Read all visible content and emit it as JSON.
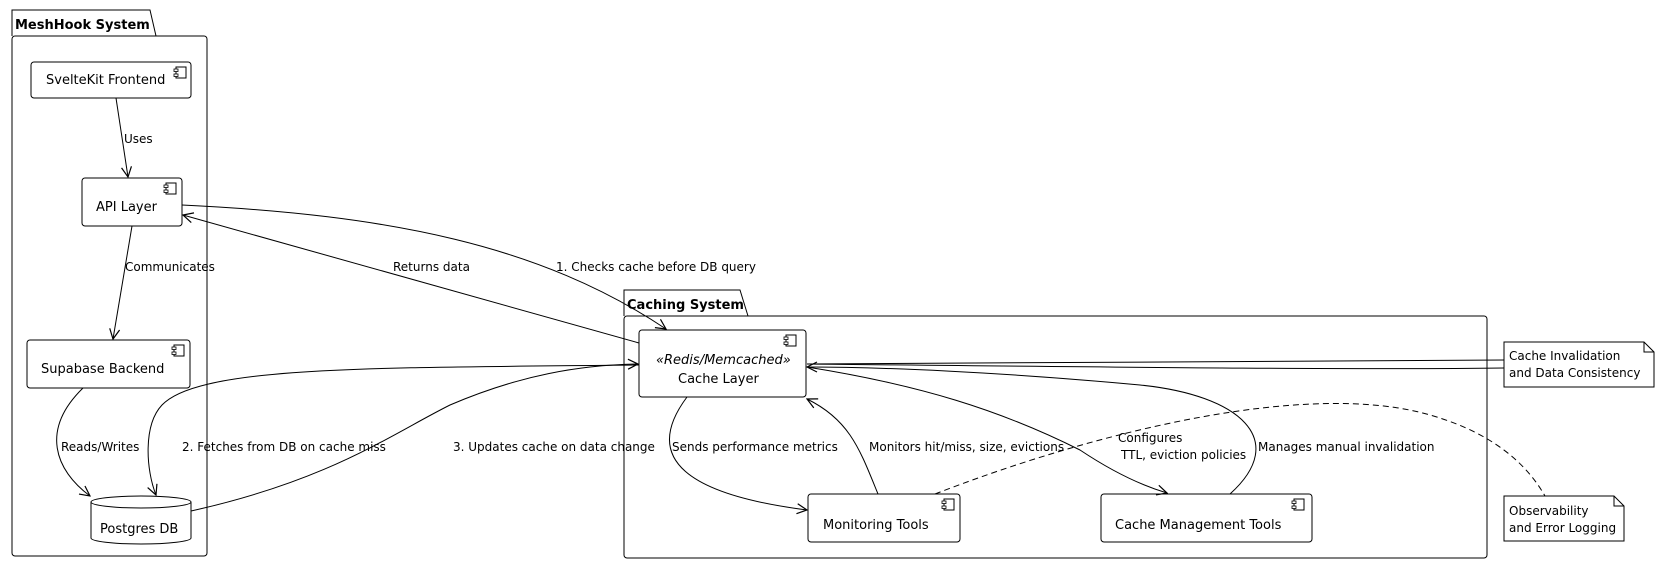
{
  "packages": {
    "meshhook": "MeshHook System",
    "caching": "Caching System"
  },
  "components": {
    "frontend": "SvelteKit Frontend",
    "api": "API Layer",
    "supabase": "Supabase Backend",
    "postgres": "Postgres DB",
    "cache_stereotype": "«Redis/Memcached»",
    "cache": "Cache Layer",
    "monitoring": "Monitoring Tools",
    "cache_mgmt": "Cache Management Tools"
  },
  "edges": {
    "uses": "Uses",
    "communicates": "Communicates",
    "reads_writes": "Reads/Writes",
    "returns_data": "Returns data",
    "checks_cache": "1. Checks cache before DB query",
    "fetches": "2. Fetches from DB on cache miss",
    "updates": "3. Updates cache on data change",
    "sends_metrics": "Sends performance metrics",
    "monitors": "Monitors hit/miss, size, evictions",
    "configures_1": "Configures",
    "configures_2": "TTL, eviction policies",
    "manages": "Manages manual invalidation"
  },
  "notes": {
    "invalidation_1": "Cache Invalidation",
    "invalidation_2": "and Data Consistency",
    "observability_1": "Observability",
    "observability_2": "and Error Logging"
  }
}
